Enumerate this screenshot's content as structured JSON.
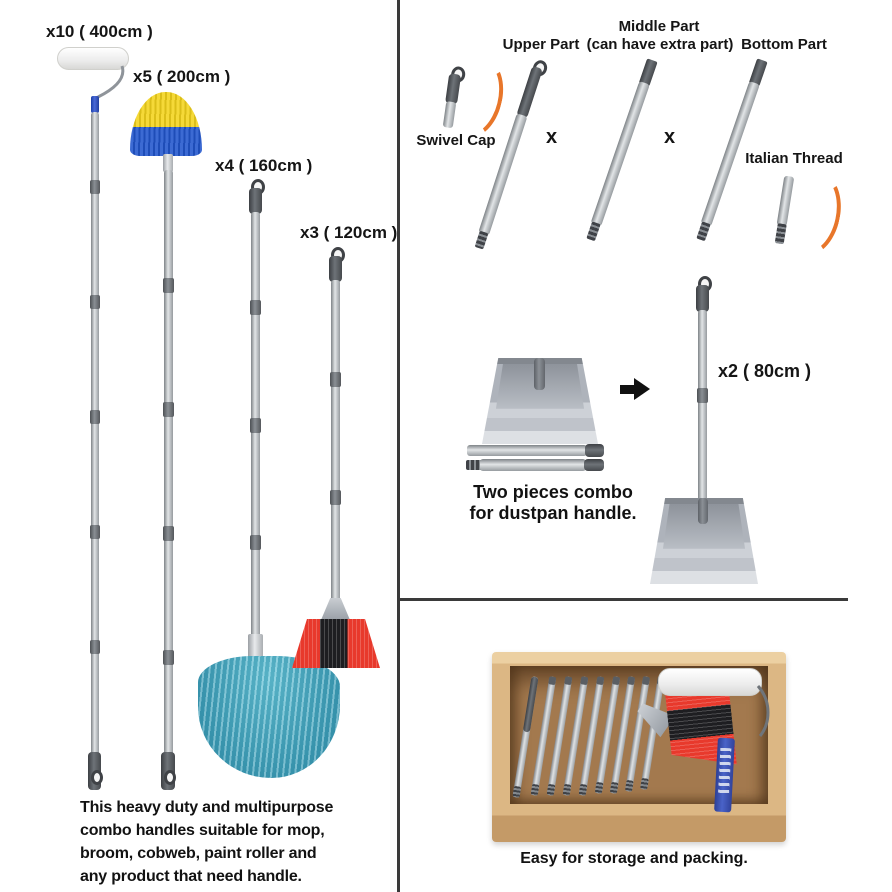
{
  "left_section": {
    "items": [
      {
        "label": "x10 ( 400cm )",
        "attachment": "paint-roller"
      },
      {
        "label": "x5 ( 200cm )",
        "attachment": "cobweb-brush"
      },
      {
        "label": "x4 ( 160cm )",
        "attachment": "mop"
      },
      {
        "label": "x3 ( 120cm )",
        "attachment": "broom"
      }
    ],
    "description": [
      "This heavy duty and multipurpose",
      "combo handles suitable for mop,",
      "broom, cobweb, paint roller and",
      "any product that need handle."
    ]
  },
  "parts_section": {
    "upper_label": "Upper Part",
    "middle_label_line1": "Middle Part",
    "middle_label_line2": "(can have extra part)",
    "bottom_label": "Bottom Part",
    "swivel_label": "Swivel Cap",
    "italian_thread_label": "Italian Thread",
    "multiply_symbol": "x"
  },
  "dustpan_section": {
    "combo_line1": "Two pieces combo",
    "combo_line2": "for dustpan handle.",
    "result_label": "x2 ( 80cm )"
  },
  "storage_section": {
    "caption": "Easy for storage and packing."
  },
  "colors": {
    "accent_orange": "#e8762a",
    "broom_red": "#e8392c",
    "broom_black": "#1e1e21",
    "mop_teal": "#3d9db7",
    "cobweb_yellow": "#f4d41c",
    "cobweb_blue": "#2156cd",
    "divider": "#3a3a3a",
    "wood": "#dcb784"
  }
}
